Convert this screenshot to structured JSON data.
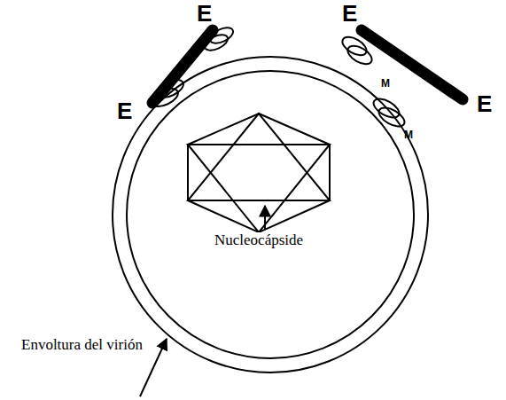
{
  "diagram": {
    "labels": [
      "E",
      "E",
      "M",
      "E",
      "E",
      "M",
      "Nucleocápside",
      "Envoltura del virión"
    ]
  }
}
